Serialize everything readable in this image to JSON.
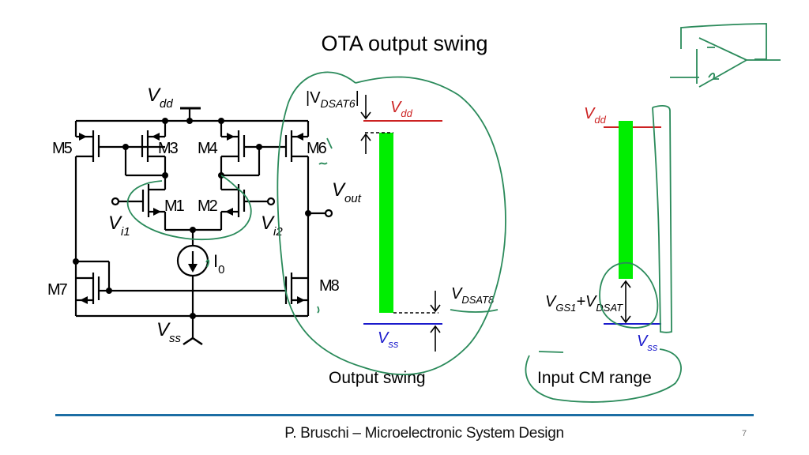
{
  "slide": {
    "title": "OTA output swing",
    "footer": "P. Bruschi – Microelectronic System Design",
    "page_number": "7"
  },
  "colors": {
    "wire": "#000000",
    "vdd_line": "#cc2222",
    "vss_line": "#1a1acc",
    "range_bar": "#00ee00",
    "annotation": "#2a8a5a",
    "footer_rule": "#1c6ea4"
  },
  "schematic": {
    "supply_top": {
      "main": "V",
      "sub": "dd"
    },
    "supply_bottom": {
      "main": "V",
      "sub": "ss"
    },
    "transistors": [
      "M5",
      "M3",
      "M4",
      "M6",
      "M1",
      "M2",
      "M7",
      "M8"
    ],
    "input1": {
      "main": "V",
      "sub": "i1"
    },
    "input2": {
      "main": "V",
      "sub": "i2"
    },
    "output": {
      "main": "V",
      "sub": "out"
    },
    "current_source": {
      "main": "I",
      "sub": "0"
    }
  },
  "output_swing": {
    "caption": "Output swing",
    "vdd": {
      "main": "V",
      "sub": "dd"
    },
    "vss": {
      "main": "V",
      "sub": "ss"
    },
    "top_margin": {
      "prefix": "|V",
      "sub": "DSAT6",
      "suffix": "|"
    },
    "bottom_margin": {
      "main": "V",
      "sub": "DSAT8"
    }
  },
  "input_cm_range": {
    "caption": "Input CM range",
    "vdd": {
      "main": "V",
      "sub": "dd"
    },
    "vss": {
      "main": "V",
      "sub": "ss"
    },
    "bottom_margin": {
      "a": "V",
      "a_sub": "GS1",
      "plus": "+V",
      "b_sub": "DSAT"
    }
  }
}
